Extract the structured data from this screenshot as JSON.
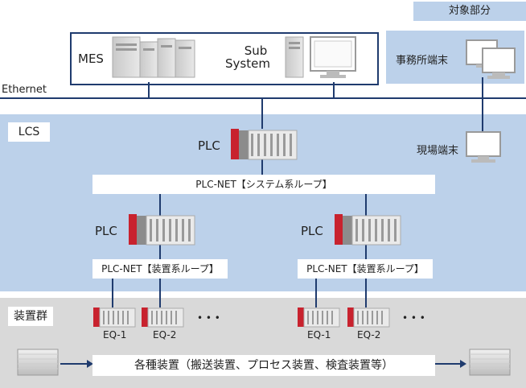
{
  "header": {
    "target_label": "対象部分"
  },
  "top": {
    "mes_label": "MES",
    "sub_system_label_1": "Sub",
    "sub_system_label_2": "System",
    "ethernet_label": "Ethernet",
    "office_terminal_label": "事務所端末"
  },
  "lcs": {
    "label": "LCS",
    "plc_label": "PLC",
    "field_terminal_label": "現場端末",
    "system_bus_label": "PLC-NET【システム系ループ】",
    "device_bus_label_left": "PLC-NET【装置系ループ】",
    "device_bus_label_right": "PLC-NET【装置系ループ】"
  },
  "equipment": {
    "label": "装置群",
    "ellipsis": "• • •",
    "eq1_label": "EQ-1",
    "eq2_label": "EQ-2",
    "conveyor_label": "各種装置（搬送装置、プロセス装置、検査装置等）"
  },
  "colors": {
    "line": "#1f3b6e",
    "region": "#bcd1ea",
    "equip_region": "#d9d9d9",
    "plc_red": "#c8222e"
  }
}
